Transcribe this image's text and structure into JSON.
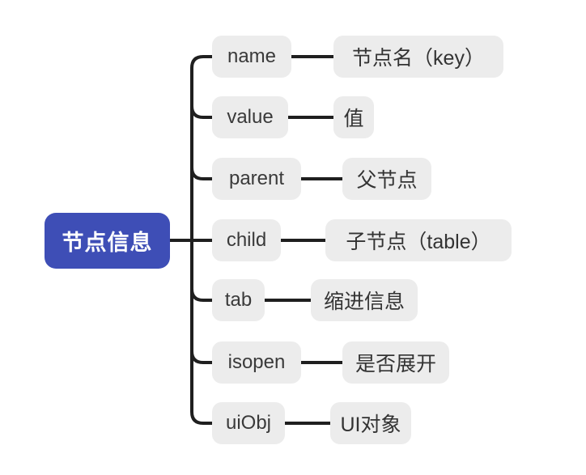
{
  "diagram": {
    "title": "节点信息 mind map",
    "background_color": "#ffffff",
    "line_color": "#1f1f1f",
    "node_bg_color": "#ececec",
    "node_text_color": "#3a3a3a",
    "root": {
      "label": "节点信息",
      "bg_color": "#3e4eb6",
      "text_color": "#ffffff"
    },
    "rows": [
      {
        "attr": "name",
        "desc": "节点名（key）"
      },
      {
        "attr": "value",
        "desc": "值"
      },
      {
        "attr": "parent",
        "desc": "父节点"
      },
      {
        "attr": "child",
        "desc": "子节点（table）"
      },
      {
        "attr": "tab",
        "desc": "缩进信息"
      },
      {
        "attr": "isopen",
        "desc": "是否展开"
      },
      {
        "attr": "uiObj",
        "desc": "UI对象"
      }
    ]
  }
}
